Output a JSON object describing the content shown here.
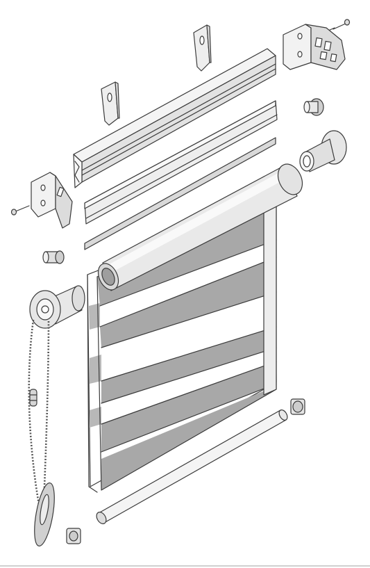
{
  "figure": {
    "type": "exploded-assembly",
    "colors": {
      "background": "#ffffff",
      "outline": "#3a3a3a",
      "metal_light": "#f4f4f4",
      "metal_mid": "#d9d9d9",
      "metal_dark": "#a9a9a9",
      "fabric_band": "#a8a8a8",
      "fabric_sheer": "#ffffff"
    },
    "parts": [
      "screw",
      "end-bracket",
      "mounting-clip",
      "top-rail",
      "fascia-profile",
      "cover-strip",
      "roller-tube",
      "tube-end-plug",
      "chain-control-unit",
      "bead-chain",
      "chain-weight",
      "chain-stop",
      "zebra-fabric",
      "bottom-bar",
      "bottom-bar-end-cap"
    ]
  }
}
